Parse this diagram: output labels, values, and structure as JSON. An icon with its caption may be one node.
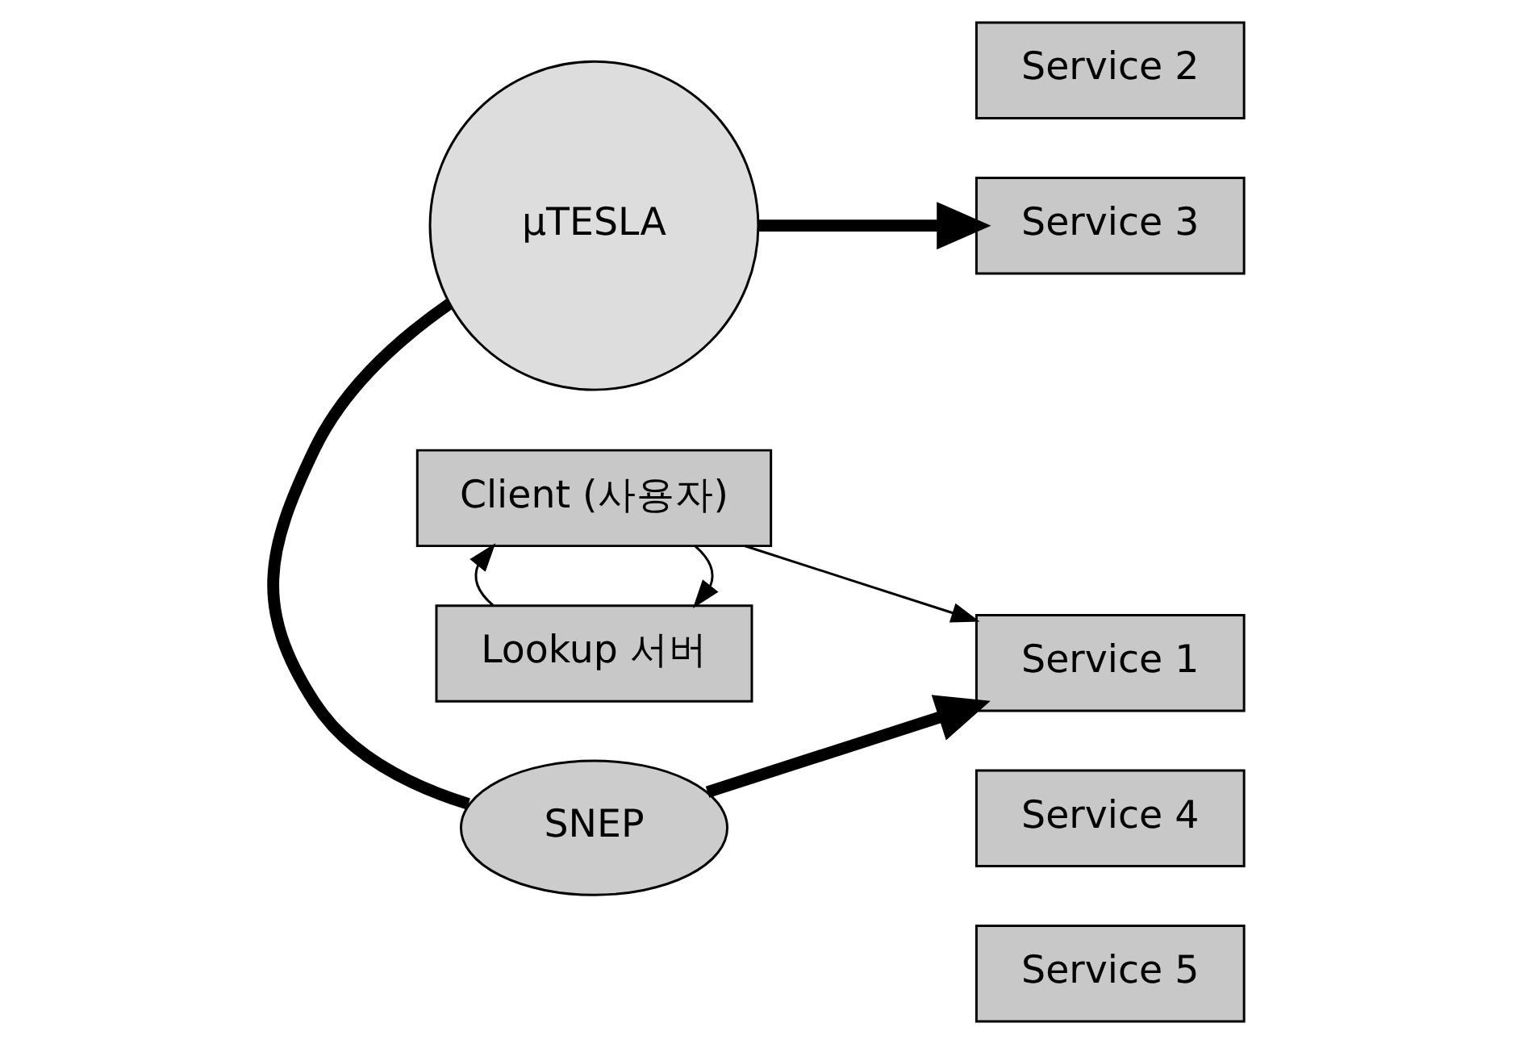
{
  "diagram": {
    "nodes": [
      {
        "text": [
          "Service 5"
        ]
      },
      {
        "text": [
          "Service 4"
        ]
      },
      {
        "text": [
          "Lookup 서버"
        ]
      },
      {
        "text": [
          "μTESLA"
        ]
      },
      {
        "text": [
          "Service 3"
        ]
      },
      {
        "text": [
          "SNEP"
        ]
      },
      {
        "text": [
          "Service 2"
        ]
      },
      {
        "text": [
          "Client (사용자)"
        ]
      },
      {
        "text": [
          "Service 1"
        ]
      }
    ],
    "edges": [
      {
        "from": 7,
        "to": 2,
        "arrow": "to"
      },
      {
        "from": 2,
        "to": 7,
        "arrow": "to"
      },
      {
        "from": 3,
        "to": 4,
        "arrow": "to",
        "style": "thick"
      },
      {
        "from": 3,
        "to": 5,
        "arrow": "none",
        "style": "thick"
      },
      {
        "from": 5,
        "to": 8,
        "arrow": "to",
        "style": "thick"
      },
      {
        "from": 7,
        "to": 8,
        "arrow": "to"
      }
    ]
  }
}
